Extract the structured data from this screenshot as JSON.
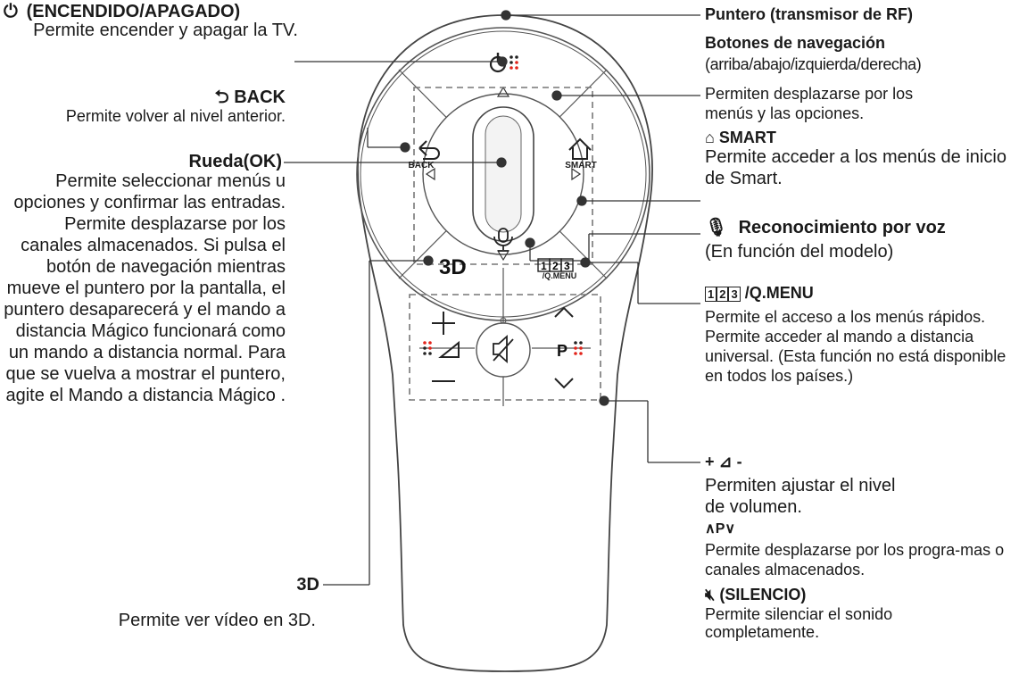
{
  "left": {
    "power": {
      "title": "(ENCENDIDO/APAGADO)",
      "desc": "Permite encender y apagar la TV."
    },
    "back": {
      "title": "BACK",
      "desc": "Permite volver al nivel anterior."
    },
    "wheel": {
      "title": "Rueda(OK)",
      "desc": "Permite seleccionar menús u opciones y confirmar las entradas. Permite desplazarse por los canales almacenados. Si pulsa el botón de navegación mientras mueve el puntero por la pantalla, el puntero desaparecerá y el mando a distancia Mágico funcionará como un mando a distancia normal. Para que se vuelva a mostrar el puntero, agite el Mando a distancia Mágico ."
    },
    "threed": {
      "title": "3D",
      "desc": "Permite ver vídeo en 3D."
    }
  },
  "right": {
    "pointer": {
      "title": "Puntero (transmisor de RF)"
    },
    "nav": {
      "title": "Botones de navegación",
      "sub": "(arriba/abajo/izquierda/derecha)",
      "desc": "Permiten desplazarse por los menús y las opciones."
    },
    "smart": {
      "title": "SMART",
      "desc": "Permite acceder a los menús de inicio de Smart."
    },
    "voice": {
      "title": "Reconocimiento por voz",
      "desc": "(En función del modelo)"
    },
    "qmenu": {
      "title": "/Q.MENU",
      "digits": [
        "1",
        "2",
        "3"
      ],
      "desc": "Permite el acceso a los menús rápidos. Permite acceder al mando a distancia universal. (Esta función no está disponible en todos los países.)"
    },
    "volume": {
      "title": "+ ⊿ -",
      "desc": "Permiten ajustar el nivel de volumen."
    },
    "program": {
      "title": "∧P∨",
      "desc": "Permite desplazarse por los progra-mas o canales almacenados."
    },
    "mute": {
      "title": "(SILENCIO)",
      "desc": "Permite silenciar el sonido completamente."
    }
  },
  "remote": {
    "back_label": "BACK",
    "smart_label": "SMART",
    "threed_label": "3D",
    "qmenu_digits": [
      "1",
      "2",
      "3"
    ],
    "qmenu_label": "/Q.MENU",
    "p_label": "P"
  },
  "colors": {
    "accent_dots": "#e2231a",
    "line": "#333333"
  }
}
